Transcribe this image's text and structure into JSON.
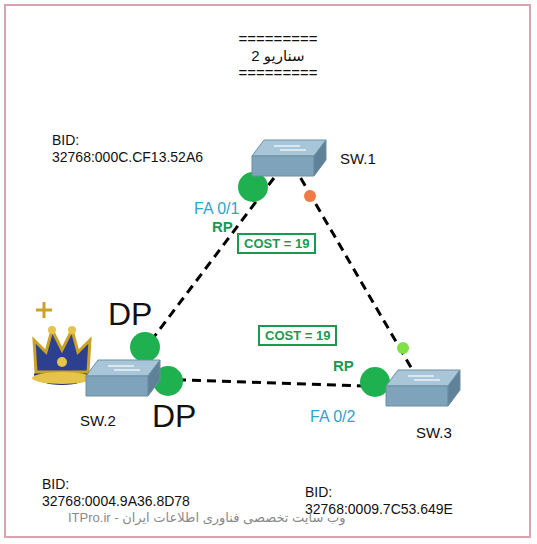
{
  "diagram": {
    "title": "========= سناریو 2 =========",
    "nodes": [
      {
        "text": [
          "SW.1"
        ]
      },
      {
        "text": [
          "SW.2"
        ]
      },
      {
        "text": [
          "SW.3"
        ]
      }
    ],
    "edges": [
      {
        "from": 0,
        "to": 1,
        "arrow": "none",
        "label": "COST = 19"
      },
      {
        "from": 1,
        "to": 2,
        "arrow": "none"
      },
      {
        "from": 0,
        "to": 2,
        "arrow": "none",
        "label": "COST = 19"
      }
    ],
    "labels": [
      "BID: 32768:000C.CF13.52A6",
      "FA 0/1",
      "RP",
      "DP",
      "DP",
      "RP",
      "FA 0/2",
      "BID: 32768:0004.9A36.8D78",
      "BID: 32768:0009.7C53.649E",
      "ITPro.ir - وب سایت تخصصی فناوری اطلاعات ایران"
    ]
  }
}
